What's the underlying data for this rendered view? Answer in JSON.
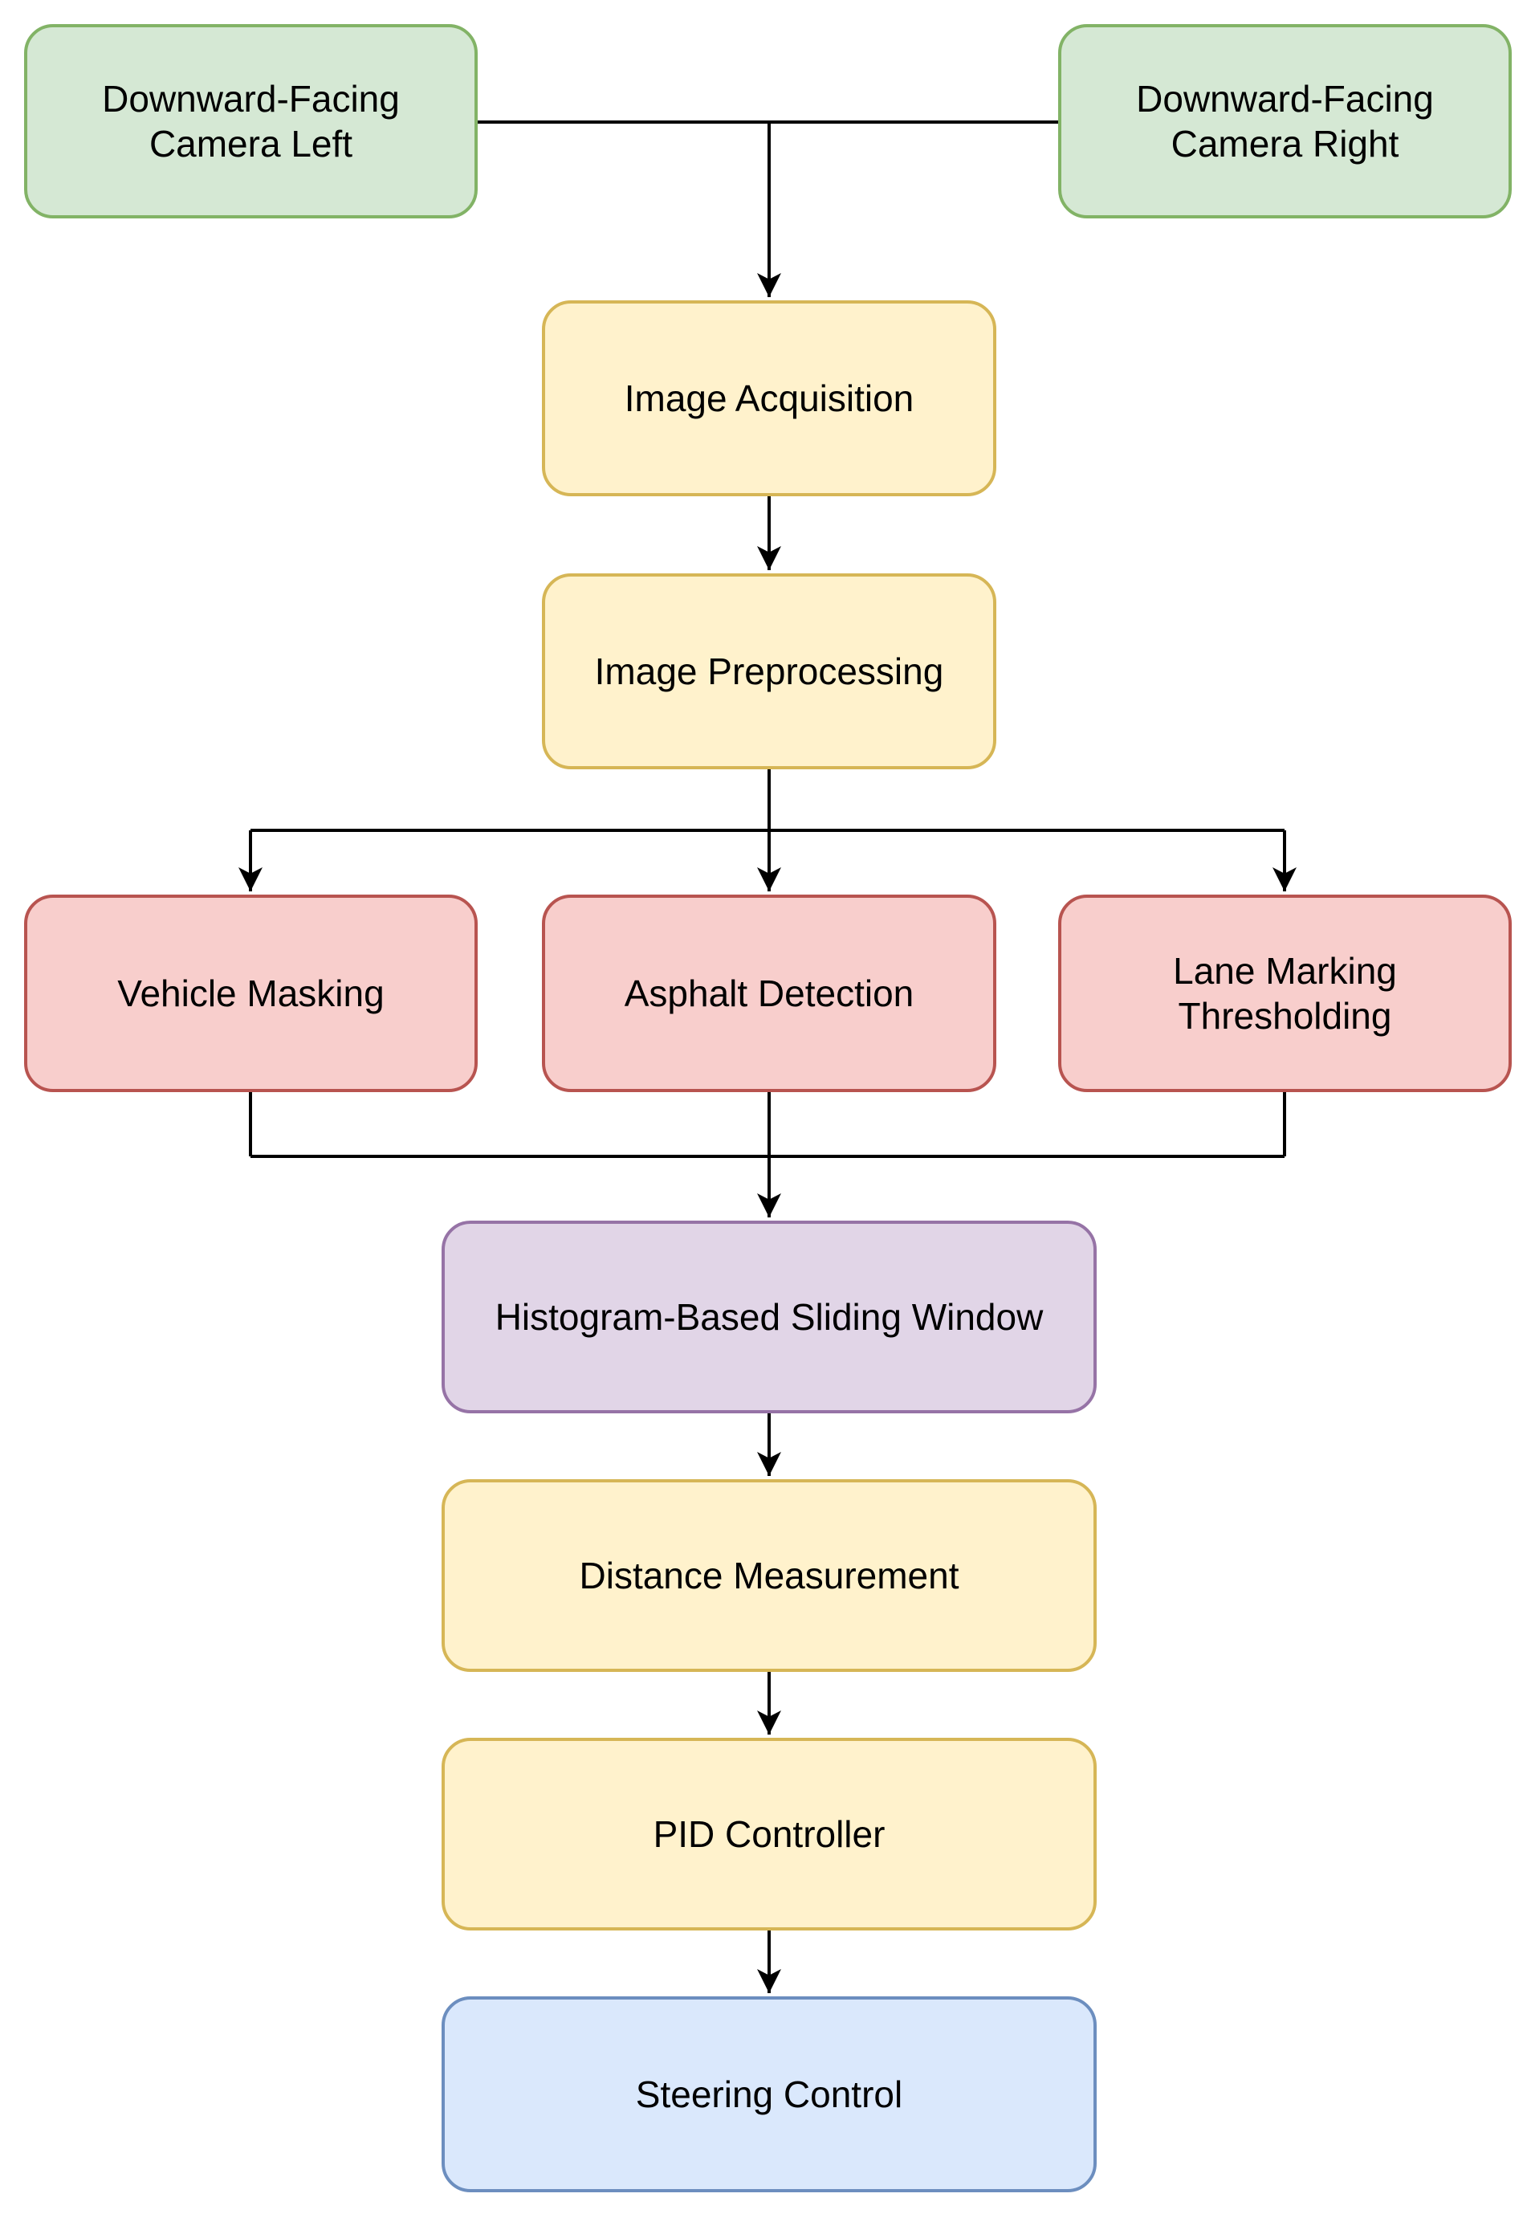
{
  "diagram": {
    "background_color": "#ffffff",
    "connector_color": "#000000",
    "palette": {
      "input_fill": "#d5e8d4",
      "input_stroke": "#82b366",
      "process_fill": "#fff2cc",
      "process_stroke": "#d6b656",
      "detection_fill": "#f8cecc",
      "detection_stroke": "#b85450",
      "window_fill": "#e1d5e7",
      "window_stroke": "#9673a6",
      "output_fill": "#dae8fc",
      "output_stroke": "#6c8ebf"
    },
    "nodes": [
      {
        "id": "camera-left",
        "label": "Downward-Facing Camera Left",
        "fill": "#d5e8d4",
        "stroke": "#82b366"
      },
      {
        "id": "camera-right",
        "label": "Downward-Facing Camera Right",
        "fill": "#d5e8d4",
        "stroke": "#82b366"
      },
      {
        "id": "image-acquisition",
        "label": "Image Acquisition",
        "fill": "#fff2cc",
        "stroke": "#d6b656"
      },
      {
        "id": "image-preprocessing",
        "label": "Image Preprocessing",
        "fill": "#fff2cc",
        "stroke": "#d6b656"
      },
      {
        "id": "vehicle-masking",
        "label": "Vehicle Masking",
        "fill": "#f8cecc",
        "stroke": "#b85450"
      },
      {
        "id": "asphalt-detection",
        "label": "Asphalt Detection",
        "fill": "#f8cecc",
        "stroke": "#b85450"
      },
      {
        "id": "lane-marking-thresholding",
        "label": "Lane Marking Thresholding",
        "fill": "#f8cecc",
        "stroke": "#b85450"
      },
      {
        "id": "histogram-based-sliding-window",
        "label": "Histogram-Based Sliding Window",
        "fill": "#e1d5e7",
        "stroke": "#9673a6"
      },
      {
        "id": "distance-measurement",
        "label": "Distance Measurement",
        "fill": "#fff2cc",
        "stroke": "#d6b656"
      },
      {
        "id": "pid-controller",
        "label": "PID Controller",
        "fill": "#fff2cc",
        "stroke": "#d6b656"
      },
      {
        "id": "steering-control",
        "label": "Steering Control",
        "fill": "#dae8fc",
        "stroke": "#6c8ebf"
      }
    ],
    "edges": [
      {
        "from": "camera-left",
        "to": "image-acquisition"
      },
      {
        "from": "camera-right",
        "to": "image-acquisition"
      },
      {
        "from": "image-acquisition",
        "to": "image-preprocessing"
      },
      {
        "from": "image-preprocessing",
        "to": "vehicle-masking"
      },
      {
        "from": "image-preprocessing",
        "to": "asphalt-detection"
      },
      {
        "from": "image-preprocessing",
        "to": "lane-marking-thresholding"
      },
      {
        "from": "vehicle-masking",
        "to": "histogram-based-sliding-window"
      },
      {
        "from": "asphalt-detection",
        "to": "histogram-based-sliding-window"
      },
      {
        "from": "lane-marking-thresholding",
        "to": "histogram-based-sliding-window"
      },
      {
        "from": "histogram-based-sliding-window",
        "to": "distance-measurement"
      },
      {
        "from": "distance-measurement",
        "to": "pid-controller"
      },
      {
        "from": "pid-controller",
        "to": "steering-control"
      }
    ]
  }
}
